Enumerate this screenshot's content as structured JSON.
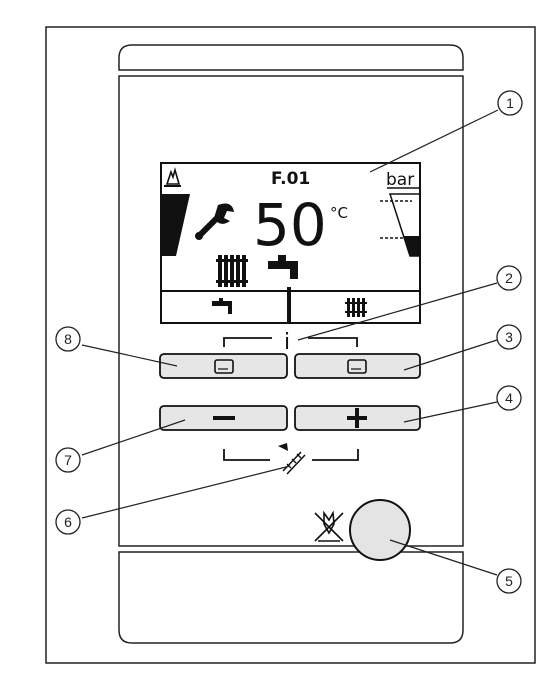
{
  "display": {
    "fault_code": "F.01",
    "temperature": "50",
    "temperature_unit": "°C",
    "pressure_unit": "bar"
  },
  "controls": {
    "info_symbol": "i",
    "minus_label": "−",
    "plus_label": "+"
  },
  "callouts": [
    "1",
    "2",
    "3",
    "4",
    "5",
    "6",
    "7",
    "8"
  ]
}
